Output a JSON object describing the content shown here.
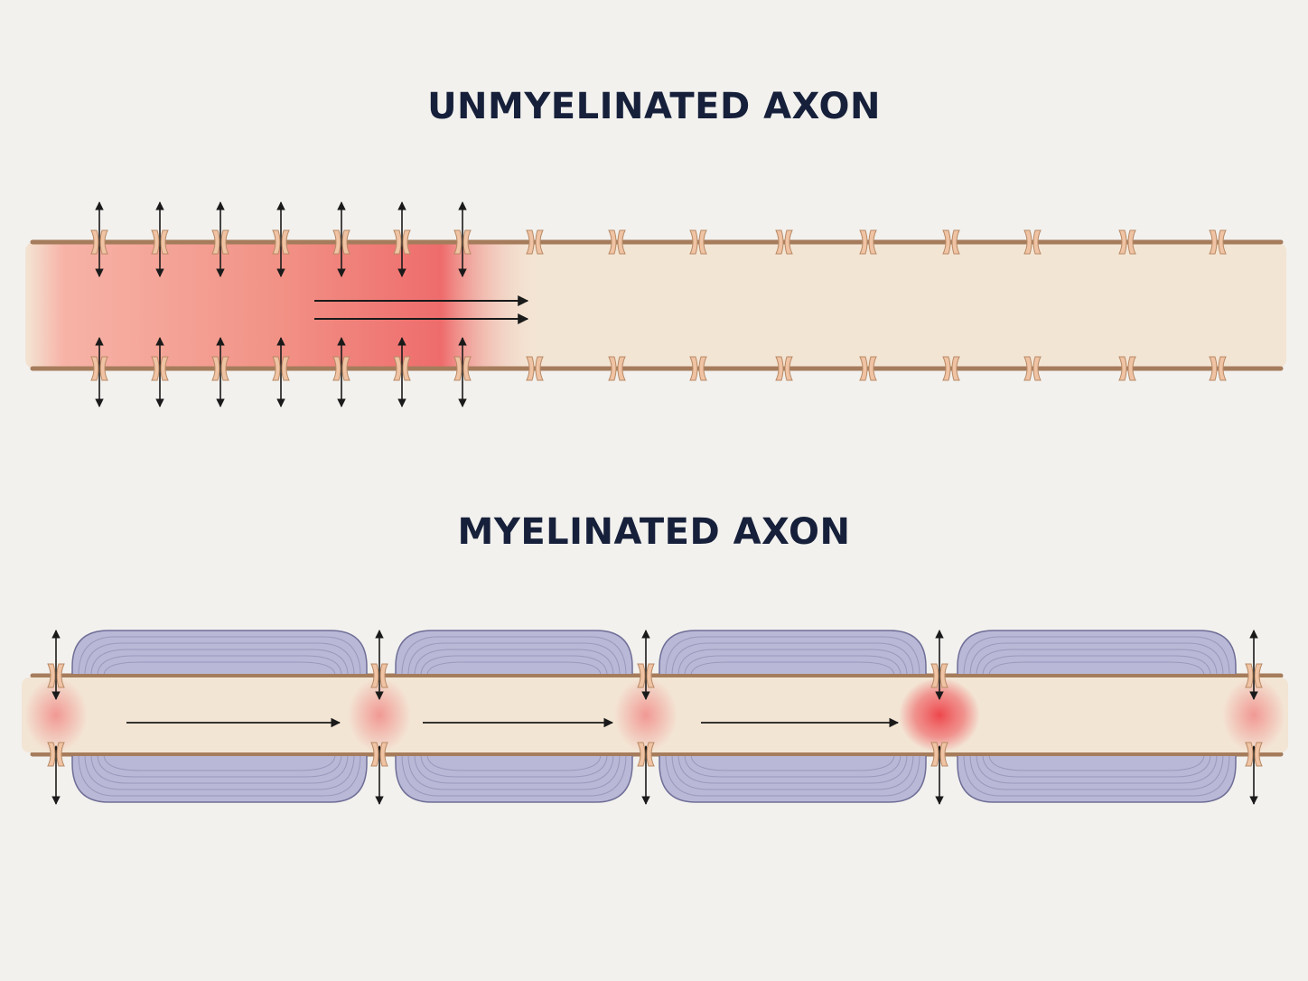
{
  "diagram": {
    "unmyelinated": {
      "title": "UNMYELINATED AXON",
      "active_channel_count": 7,
      "inactive_channel_count": 9,
      "colors": {
        "axon_fill": "#f3e5d4",
        "membrane": "#a57c5c",
        "channel": "#efc3a3",
        "depolarized": "#ef5a5f",
        "arrow": "#1a1a1a"
      }
    },
    "myelinated": {
      "title": "MYELINATED AXON",
      "node_count": 5,
      "myelin_segment_count": 4,
      "current_arrow_count": 3,
      "colors": {
        "axon_fill": "#f3e5d4",
        "myelin_fill": "#b9b8d6",
        "myelin_line": "#8c8bb2",
        "membrane": "#a57c5c",
        "node_glow": "#ef5a5f"
      }
    }
  }
}
